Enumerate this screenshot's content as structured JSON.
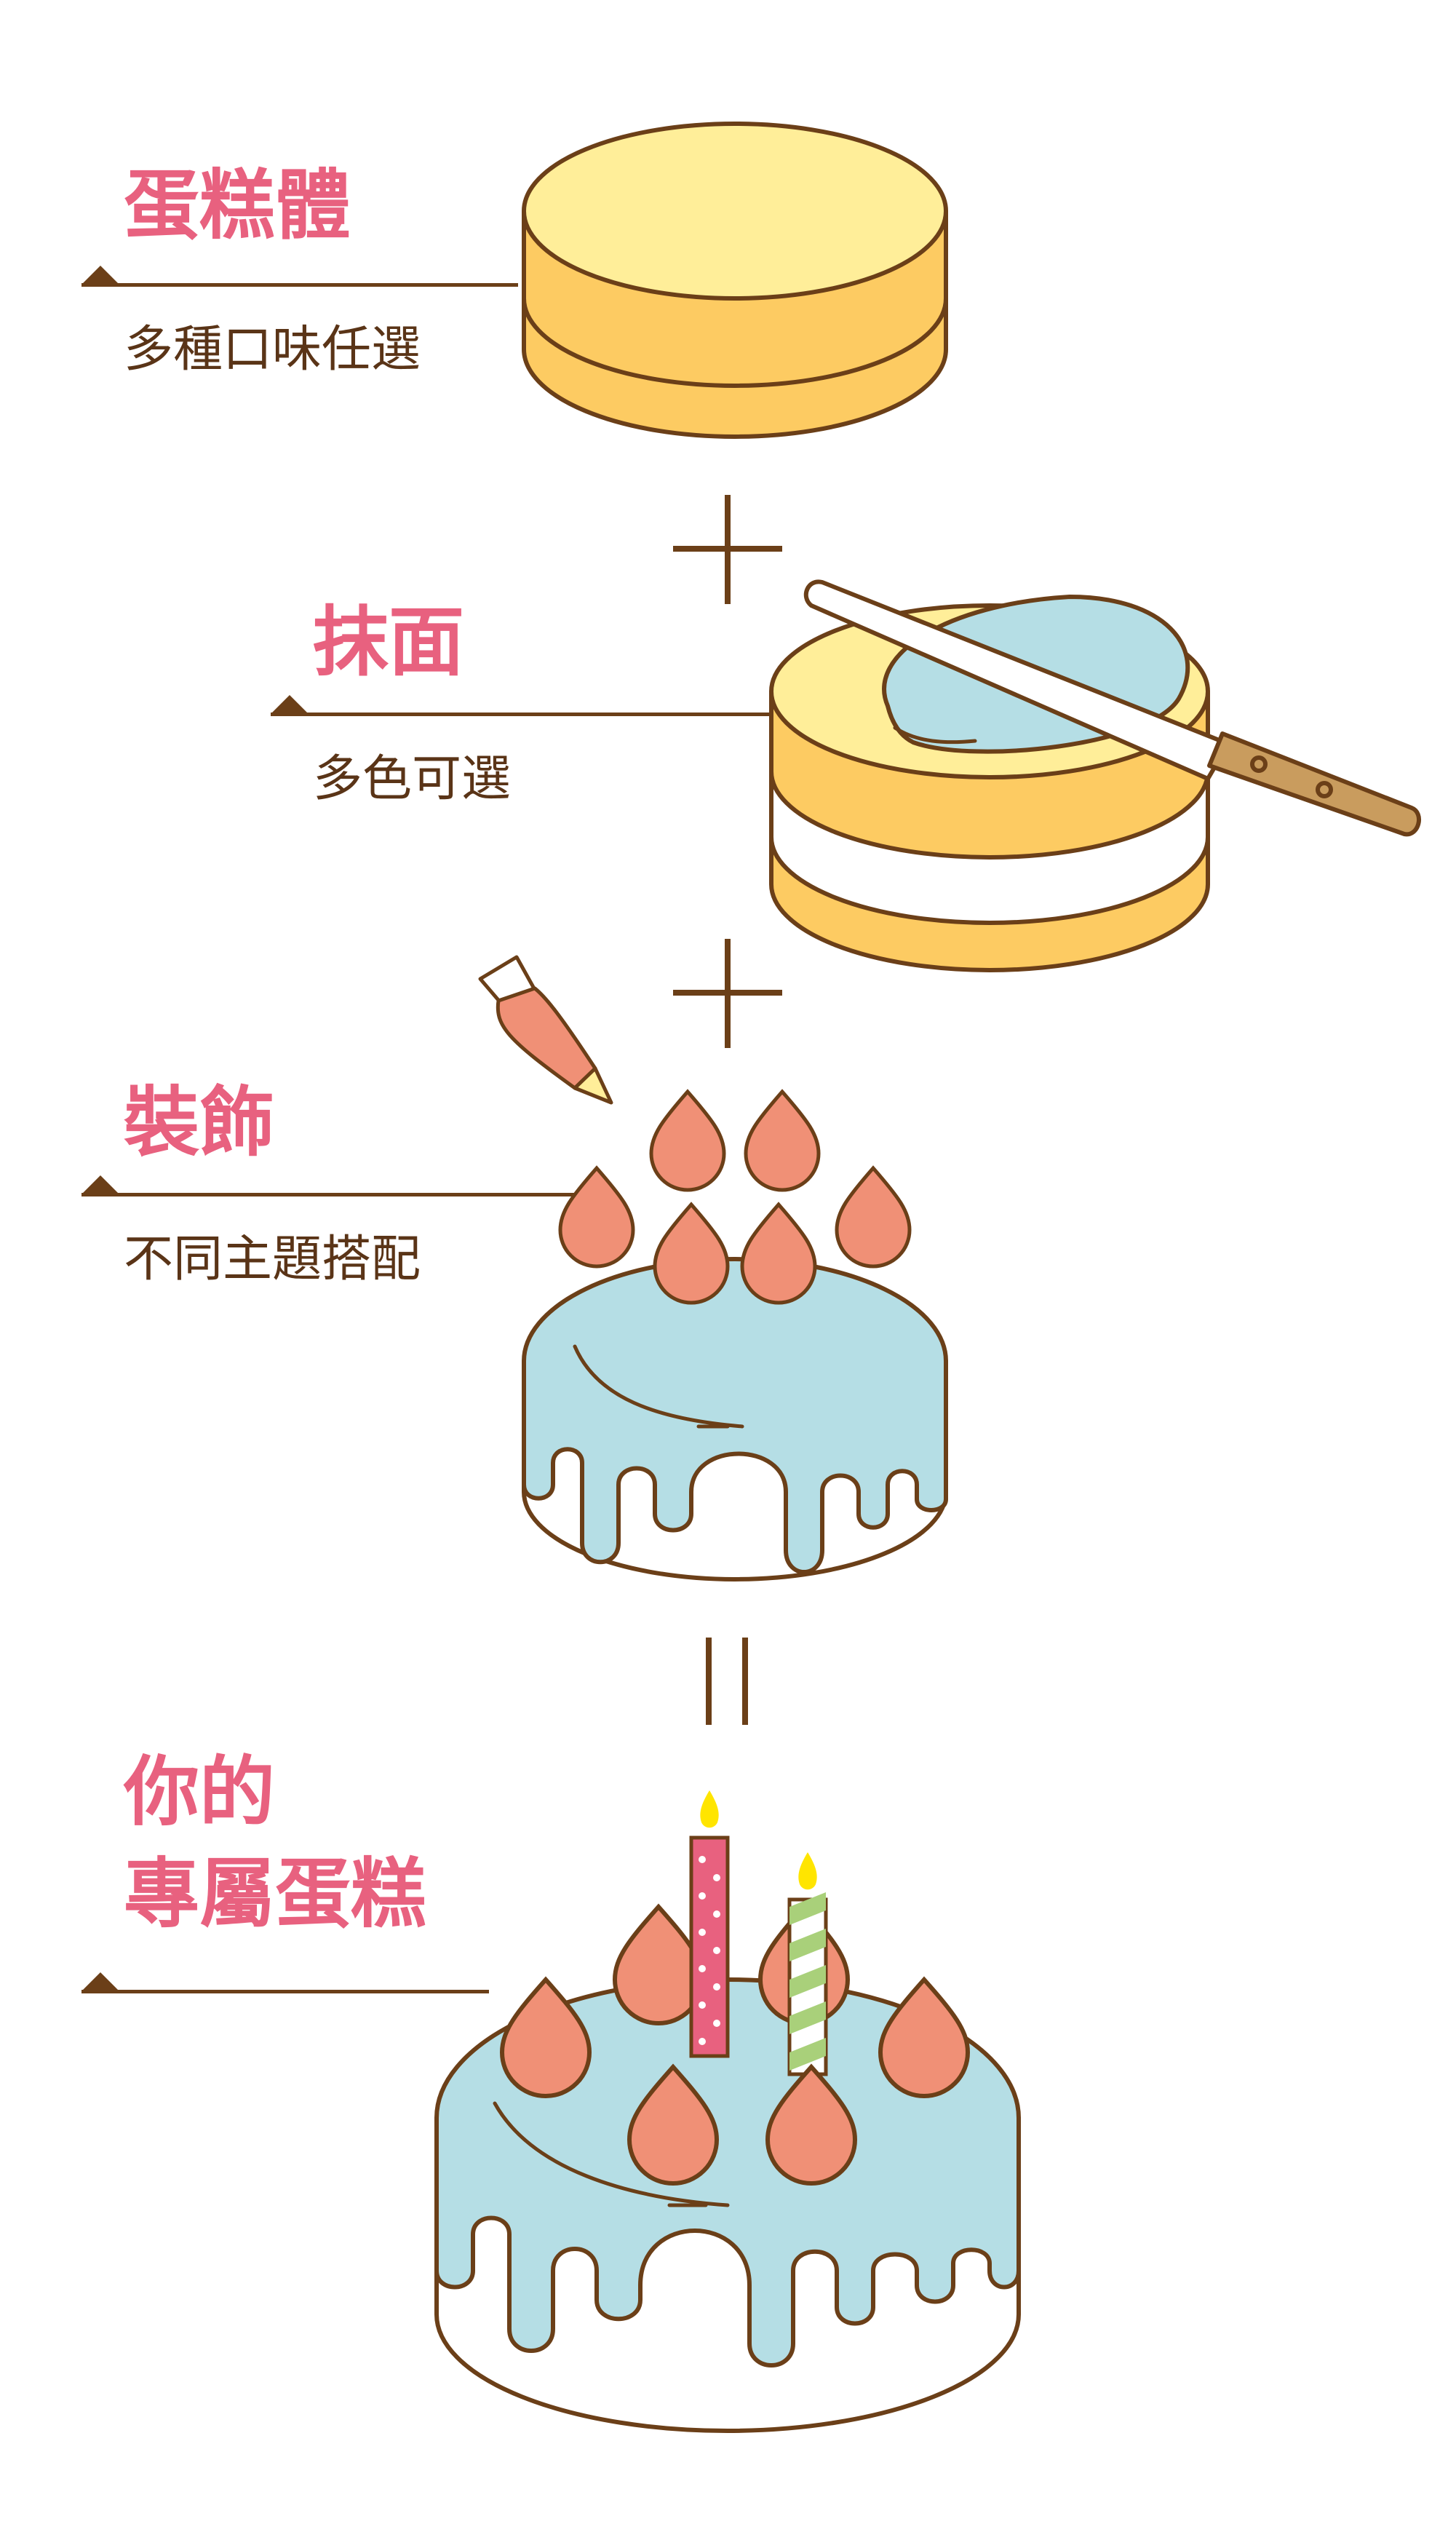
{
  "steps": [
    {
      "title": "蛋糕體",
      "subtitle": "多種口味任選"
    },
    {
      "title": "抹面",
      "subtitle": "多色可選"
    },
    {
      "title": "裝飾",
      "subtitle": "不同主題搭配"
    }
  ],
  "result": {
    "title_line1": "你的",
    "title_line2": "專屬蛋糕"
  },
  "colors": {
    "title": "#E8617F",
    "text": "#5A3417",
    "outline": "#6B3F18",
    "sponge_top": "#FFEE99",
    "sponge_side": "#FDCB62",
    "frosting": "#B5DEE5",
    "decoration": "#F09076",
    "knife_handle": "#C99C5E"
  }
}
